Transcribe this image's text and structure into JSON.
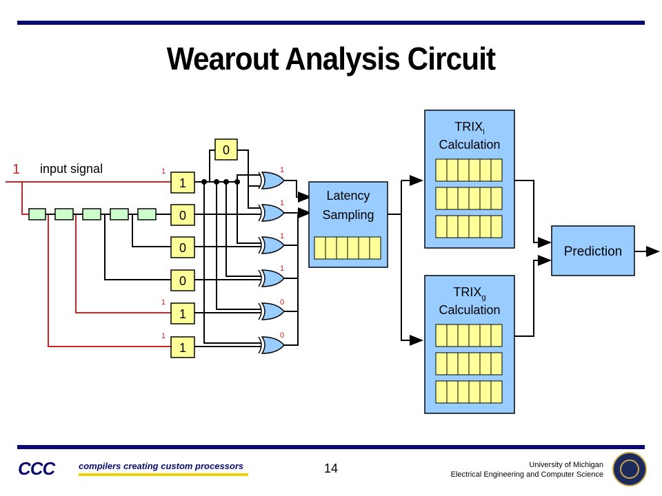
{
  "title": "Wearout Analysis Circuit",
  "input": {
    "value": "1",
    "label": "input signal"
  },
  "registers": [
    "1",
    "0",
    "0",
    "0",
    "1",
    "1"
  ],
  "delayed_register": "0",
  "register_small_labels": [
    "1",
    "1",
    "1"
  ],
  "xor_outputs": [
    "1",
    "1",
    "1",
    "1",
    "0",
    "0"
  ],
  "latency": {
    "line1": "Latency",
    "line2": "Sampling"
  },
  "trix_l": {
    "name": "TRIX",
    "sub": "l",
    "line2": "Calculation"
  },
  "trix_g": {
    "name": "TRIX",
    "sub": "g",
    "line2": "Calculation"
  },
  "prediction": "Prediction",
  "footer": {
    "logo_text": "CCC",
    "brand": "compilers creating custom processors",
    "page_number": "14",
    "university_line1": "University of Michigan",
    "university_line2": "Electrical Engineering and Computer Science"
  },
  "colors": {
    "title_rule": "#0a0a6e",
    "signal_red": "#cc2222",
    "block_blue": "#99ccff",
    "cell_yellow": "#ffff99",
    "delay_green": "#ccffcc"
  }
}
